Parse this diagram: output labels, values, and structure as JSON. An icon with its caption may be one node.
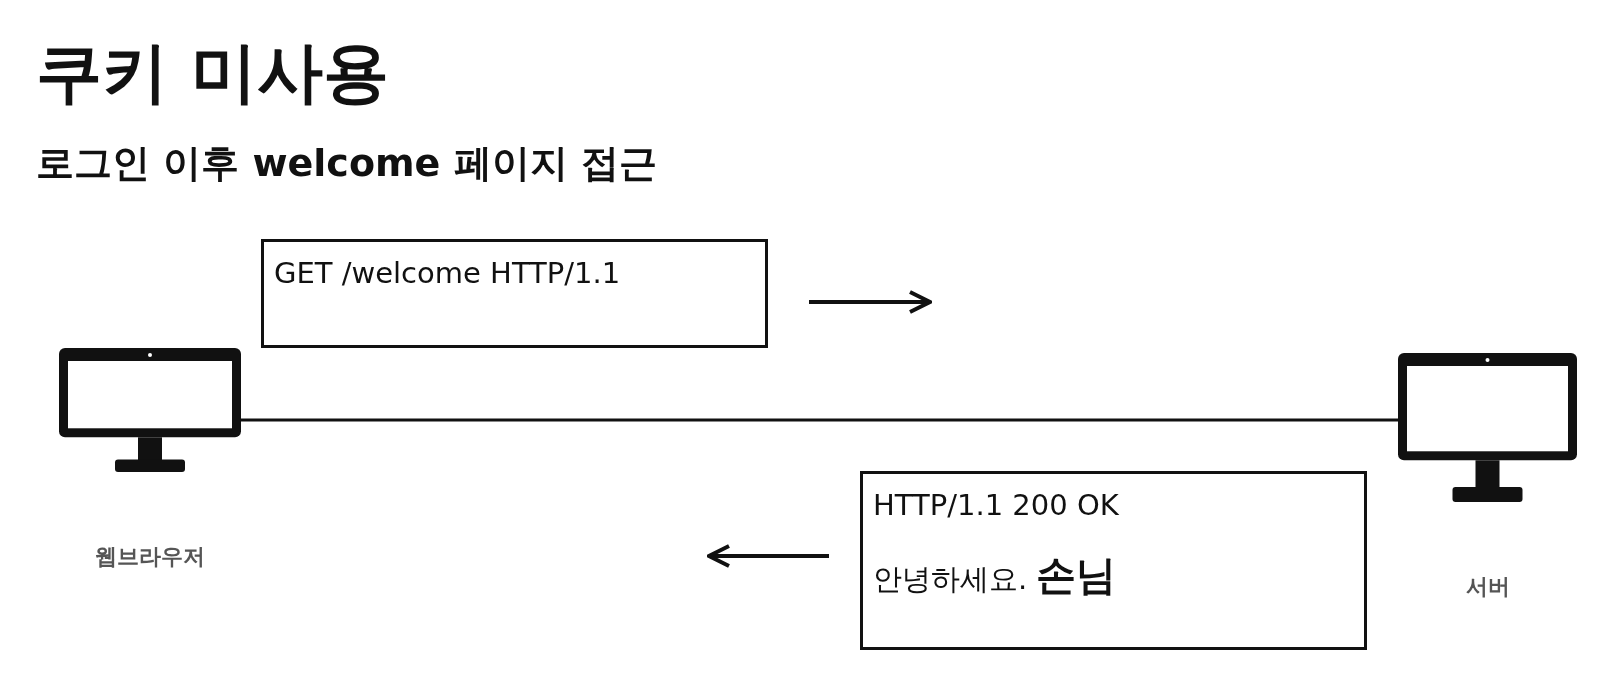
{
  "diagram": {
    "title": "쿠키 미사용",
    "nodes": [
      {
        "text": [],
        "shape": "monitor",
        "beside": [
          "웹브라우저"
        ]
      },
      {
        "text": [],
        "shape": "monitor",
        "beside": [
          "서버"
        ]
      },
      {
        "text": [
          "GET /welcome HTTP/1.1"
        ]
      },
      {
        "text": [
          "HTTP/1.1 200 OK",
          "안녕하세요. **손님**"
        ]
      }
    ],
    "edges": [
      {
        "from": 0,
        "to": 1,
        "arrow": "none"
      }
    ],
    "labels": [
      "로그인 이후 welcome 페이지 접근"
    ]
  }
}
